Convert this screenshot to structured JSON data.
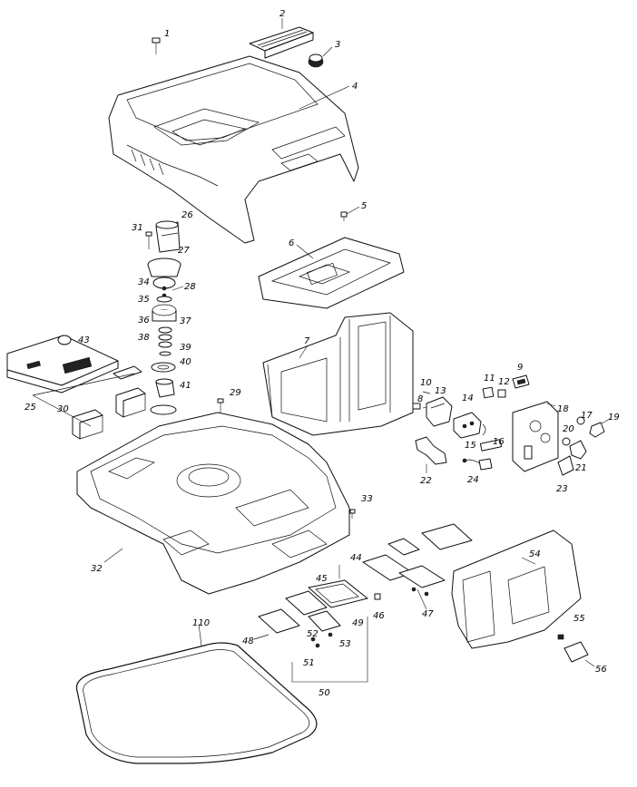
{
  "diagram": {
    "labels": [
      "1",
      "2",
      "3",
      "4",
      "5",
      "6",
      "7",
      "8",
      "9",
      "10",
      "11",
      "12",
      "13",
      "14",
      "15",
      "16",
      "17",
      "18",
      "19",
      "20",
      "21",
      "22",
      "23",
      "24",
      "25",
      "26",
      "27",
      "28",
      "29",
      "30",
      "31",
      "32",
      "33",
      "34",
      "35",
      "36",
      "37",
      "38",
      "39",
      "40",
      "41",
      "43",
      "44",
      "45",
      "46",
      "47",
      "48",
      "49",
      "50",
      "51",
      "52",
      "53",
      "54",
      "55",
      "56",
      "110"
    ]
  }
}
